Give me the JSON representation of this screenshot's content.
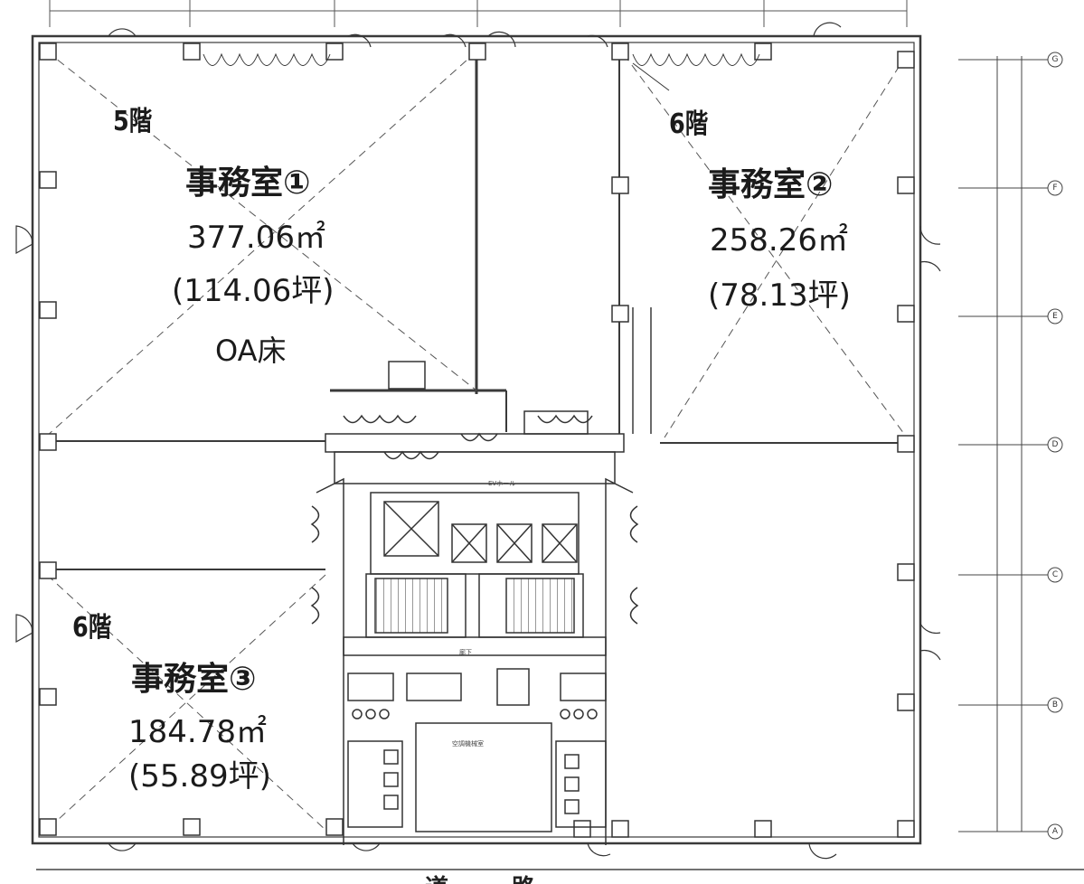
{
  "rooms": [
    {
      "floor": "5階",
      "name": "事務室①",
      "area": "377.06㎡",
      "tsubo": "(114.06坪)",
      "note": "OA床"
    },
    {
      "floor": "6階",
      "name": "事務室②",
      "area": "258.26㎡",
      "tsubo": "(78.13坪)"
    },
    {
      "floor": "6階",
      "name": "事務室③",
      "area": "184.78㎡",
      "tsubo": "(55.89坪)"
    }
  ],
  "grid_axes": [
    "G",
    "F",
    "E",
    "D",
    "C",
    "B",
    "A"
  ],
  "core_labels": {
    "ev_hall": "EVホール",
    "corridor": "廊下",
    "machine_room": "空調機械室"
  },
  "bottom_label": "道路",
  "colors": {
    "line": "#2b2b2b",
    "frame": "#3a3a3a",
    "bg": "#ffffff"
  }
}
